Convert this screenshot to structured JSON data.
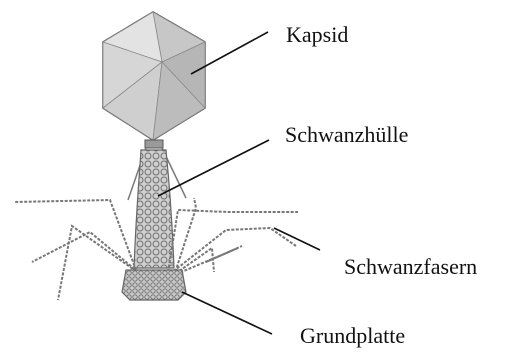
{
  "labels": {
    "capsid": "Kapsid",
    "tail_sheath": "Schwanzhülle",
    "tail_fibers": "Schwanzfasern",
    "baseplate": "Grundplatte"
  },
  "colors": {
    "line": "#111111",
    "structure": "#6f6f6f",
    "capsid_light": "#d8d8d8",
    "capsid_dark": "#9a9a9a"
  }
}
